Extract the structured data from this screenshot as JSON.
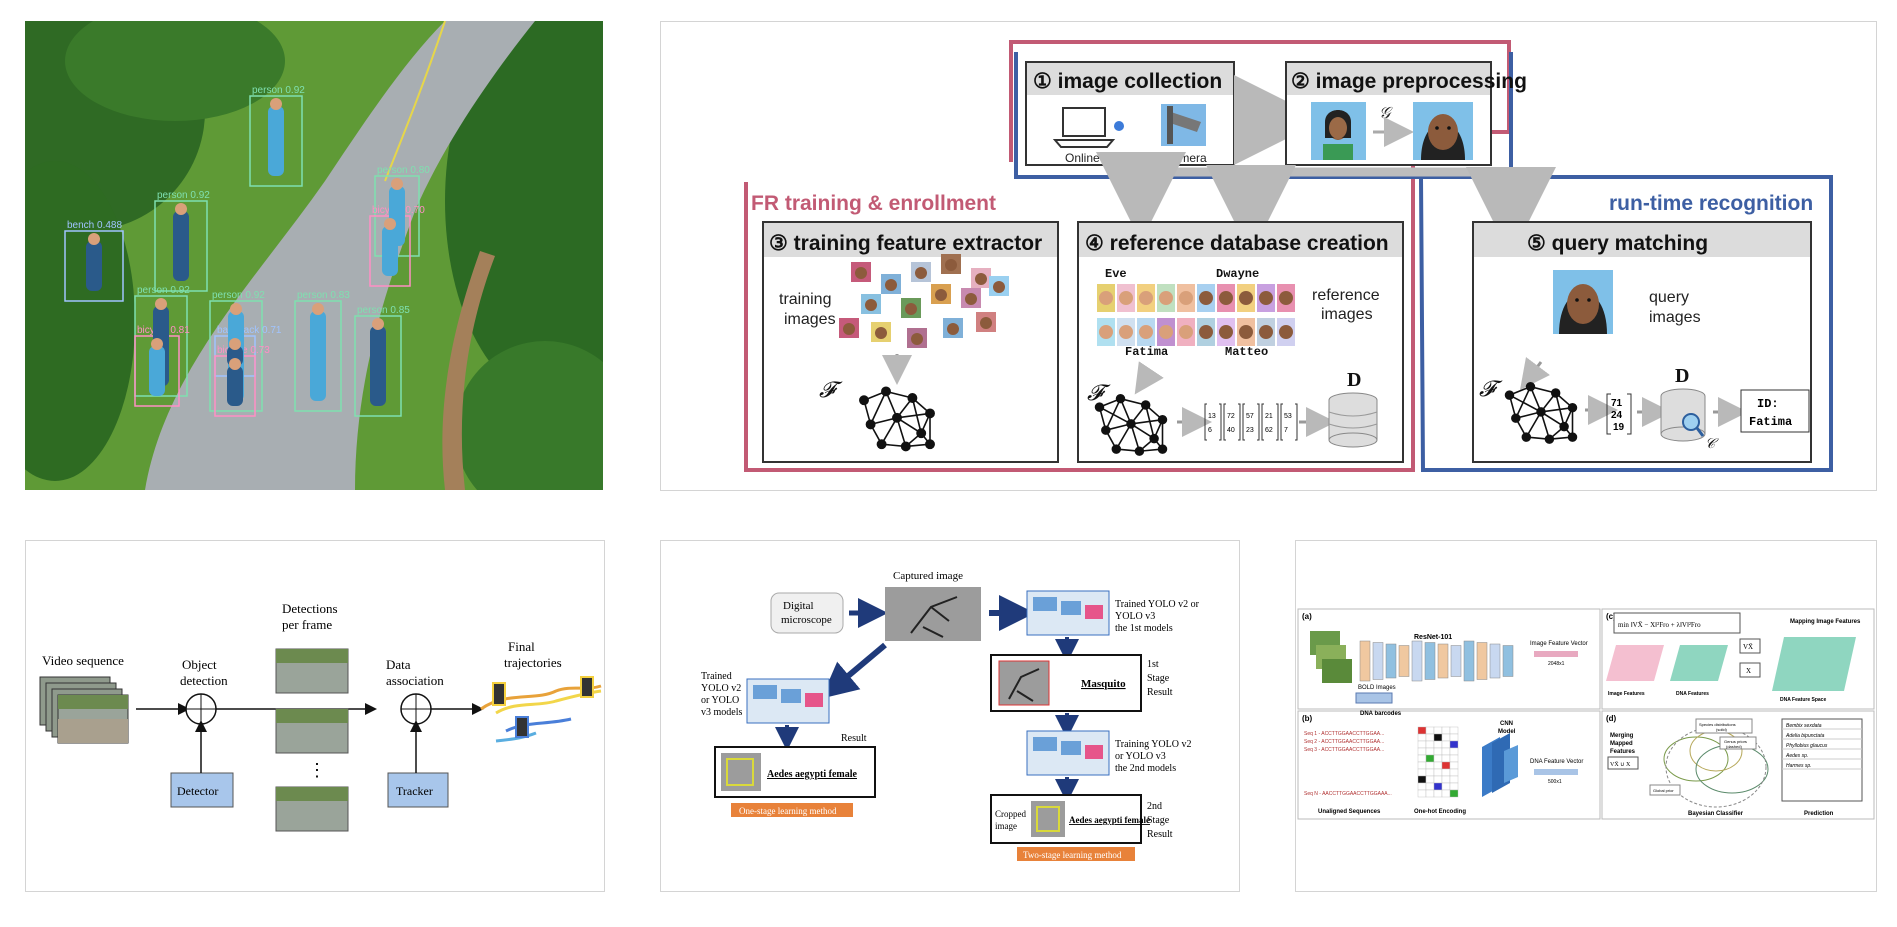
{
  "panel1": {
    "detections": [
      {
        "label": "person 0.92"
      },
      {
        "label": "person 0.92"
      },
      {
        "label": "person 0.80"
      },
      {
        "label": "bench 0.488"
      },
      {
        "label": "bicycle 0.70"
      },
      {
        "label": "person 0.92"
      },
      {
        "label": "person 0.92"
      },
      {
        "label": "backpack 0.71"
      },
      {
        "label": "person 0.83"
      },
      {
        "label": "person 0.85"
      },
      {
        "label": "bicycle 0.81"
      },
      {
        "label": "bicycle 0.73"
      }
    ]
  },
  "panel2": {
    "step1": "① image collection",
    "online": "Online",
    "camera": "Camera",
    "step2": "② image preprocessing",
    "g_symbol": "𝒢",
    "fr_label": "FR training & enrollment",
    "run_label": "run-time recognition",
    "step3": "③ training feature extractor",
    "training_images": [
      "training",
      "images"
    ],
    "f_symbol": "𝓕",
    "step4": "④ reference database creation",
    "names": [
      "Eve",
      "Dwayne",
      "Fatima",
      "Matteo"
    ],
    "reference_images": [
      "reference",
      "images"
    ],
    "d_symbol": "D",
    "step5": "⑤ query matching",
    "query_images": [
      "query",
      "images"
    ],
    "c_symbol": "𝒞",
    "id_line1": "ID:",
    "id_line2": "Fatima"
  },
  "panel3": {
    "video_sequence": "Video sequence",
    "object_detection": [
      "Object",
      "detection"
    ],
    "detector": "Detector",
    "detections_per_frame": [
      "Detections",
      "per frame"
    ],
    "data_association": [
      "Data",
      "association"
    ],
    "tracker": "Tracker",
    "final_trajectories": [
      "Final",
      "trajectories"
    ],
    "dots": "⋮"
  },
  "panel4": {
    "digital_microscope": [
      "Digital",
      "microscope"
    ],
    "captured_image": "Captured image",
    "trained_left": [
      "Trained",
      "YOLO v2",
      "or YOLO",
      "v3 models"
    ],
    "result": "Result",
    "aedes1": "Aedes aegypti female",
    "one_stage": "One-stage learning method",
    "trained_first": [
      "Trained YOLO v2 or",
      "YOLO v3",
      "the 1st models"
    ],
    "masquito": "Masquito",
    "first_stage": [
      "1st",
      "Stage",
      "Result"
    ],
    "training_second": [
      "Training YOLO v2",
      "or YOLO v3",
      "the 2nd models"
    ],
    "cropped_image": [
      "Cropped",
      "image"
    ],
    "aedes2": "Aedes aegypti female",
    "second_stage": [
      "2nd",
      "Stage",
      "Result"
    ],
    "two_stage": "Two-stage learning method"
  },
  "panel5": {
    "a": "(a)",
    "resnet": "ResNet-101",
    "image_feature_vector": "Image Feature Vector",
    "vec_2048": "2048x1",
    "bold_images": "BOLD Images",
    "dna_barcodes": "DNA barcodes",
    "b": "(b)",
    "seqs": [
      "Seq 1 - ACCTTGGAACCTTGGAA...",
      "Seq 2 - ACCTTGGAACCTTGGAA...",
      "Seq 3 - ACCTTGGAACCTTGGAA...",
      "Seq N - AACCTTGGAACCTTGGAAA..."
    ],
    "unaligned": "Unaligned Sequences",
    "onehot": "One-hot Encoding",
    "cnn_model": [
      "CNN",
      "Model"
    ],
    "dna_feature_vector": "DNA Feature Vector",
    "vec_500": "500x1",
    "c": "(c)",
    "formula": "min ‖VX̄ − X‖²Fro + λ‖V‖²Fro",
    "mapping": "Mapping Image Features",
    "vx": "VX̄",
    "x": "X",
    "image_features": "Image Features",
    "dna_features": "DNA Features",
    "dna_feature_space": "DNA Feature Space",
    "d": "(d)",
    "merging": [
      "Merging",
      "Mapped",
      "Features"
    ],
    "vx_union": "VX̄ ∪ X",
    "species_dist": [
      "Species distributions",
      "(solid)"
    ],
    "genus_priors": [
      "Genus priors",
      "(dashed)"
    ],
    "global_prior": "Global prior",
    "bayesian": "Bayesian Classifier",
    "pred_list": [
      "Bembix sexdata",
      "Adelia bipunctata",
      "Phyllobius glaucus",
      "Aedes sp.",
      "Harmes sp."
    ],
    "prediction": "Prediction"
  }
}
